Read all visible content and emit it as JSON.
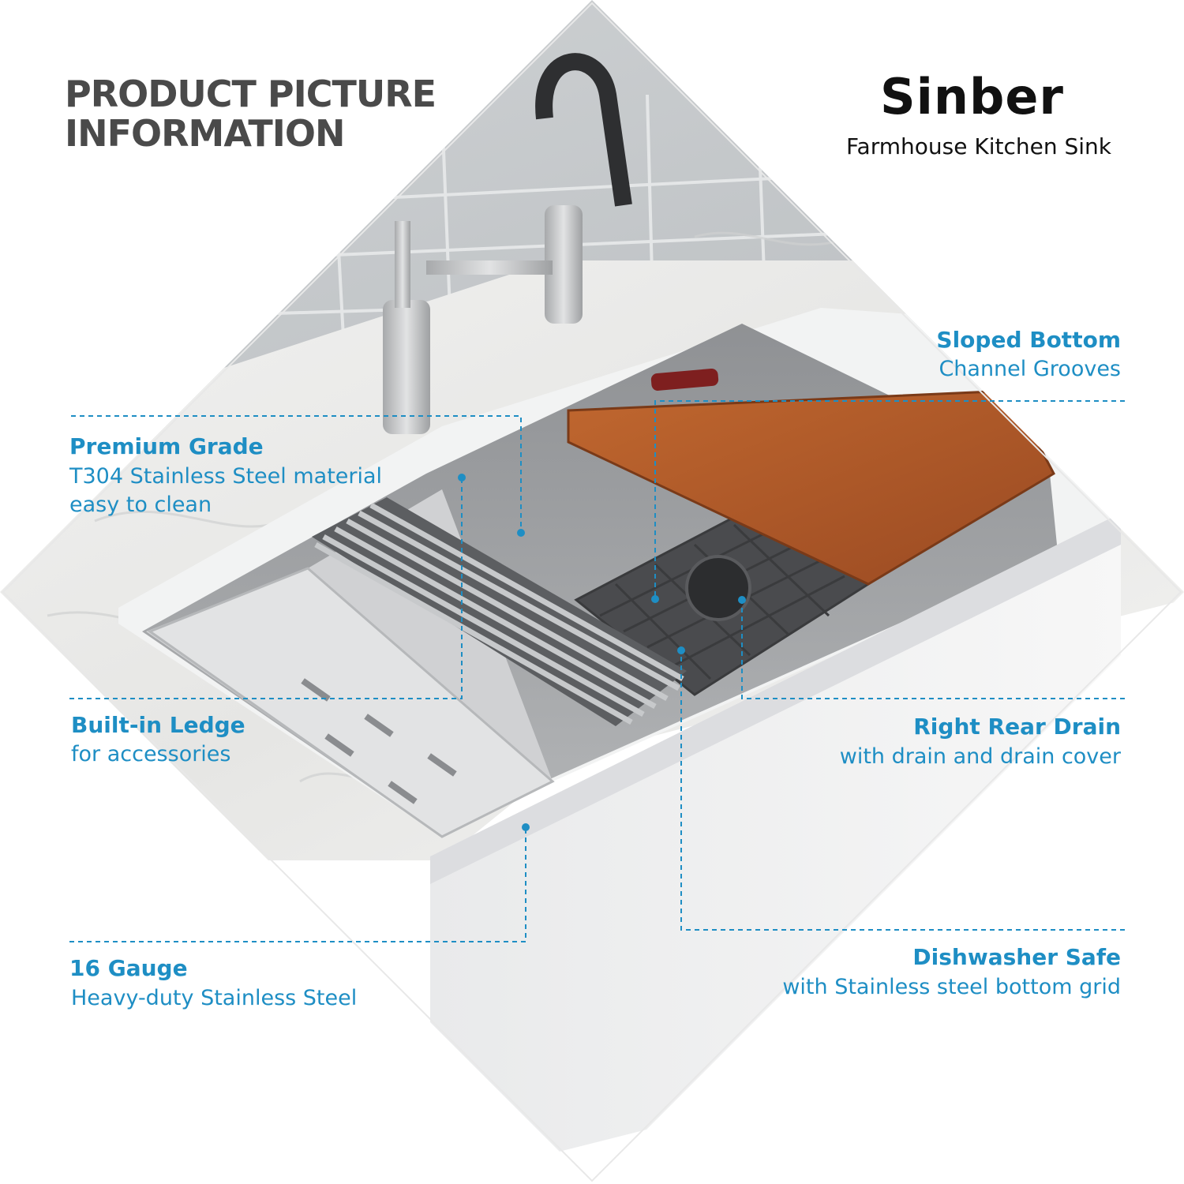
{
  "header": {
    "title_line1": "PRODUCT PICTURE",
    "title_line2": "INFORMATION"
  },
  "brand": {
    "name": "Sinber",
    "subtitle": "Farmhouse Kitchen Sink"
  },
  "features": {
    "premium": {
      "heading": "Premium Grade",
      "line1": "T304 Stainless Steel material",
      "line2": "easy to clean"
    },
    "ledge": {
      "heading": "Built-in Ledge",
      "line1": "for accessories"
    },
    "gauge": {
      "heading": "16 Gauge",
      "line1": "Heavy-duty Stainless Steel"
    },
    "sloped": {
      "heading": "Sloped Bottom",
      "line1": "Channel Grooves"
    },
    "drain": {
      "heading": "Right Rear Drain",
      "line1": "with drain and drain cover"
    },
    "dishwasher": {
      "heading": "Dishwasher Safe",
      "line1": "with Stainless steel bottom grid"
    }
  },
  "colors": {
    "accent": "#1e8ec4",
    "title": "#4a4a4a",
    "brand": "#111111",
    "board": "#b35a2c"
  }
}
